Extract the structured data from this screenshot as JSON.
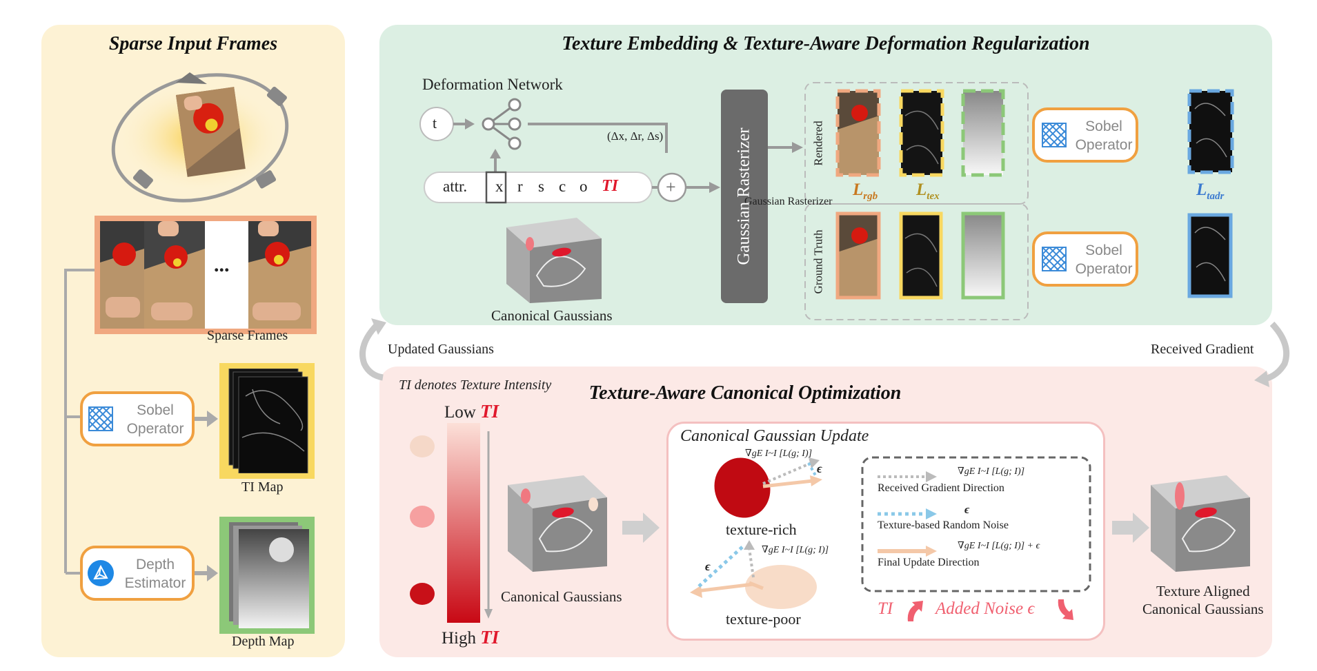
{
  "left": {
    "title": "Sparse Input Frames",
    "sparse_frames_label": "Sparse  Frames",
    "ellipsis": "...",
    "sobel": {
      "line1": "Sobel",
      "line2": "Operator"
    },
    "ti_map_label": "TI Map",
    "depth": {
      "line1": "Depth",
      "line2": "Estimator"
    },
    "depth_map_label": "Depth Map"
  },
  "top": {
    "title": "Texture Embedding & Texture-Aware Deformation Regularization",
    "deformation_label": "Deformation Network",
    "t_node": "t",
    "delta_label": "(Δx, Δr, Δs)",
    "attr_label": "attr.",
    "attr_x": "x",
    "attr_r": "r",
    "attr_s": "s",
    "attr_c": "c",
    "attr_o": "o",
    "attr_ti": "TI",
    "plus": "+",
    "canonical_label": "Canonical Gaussians",
    "rasterizer_label": "Gaussian Rasterizer",
    "rendered_label": "Rendered",
    "gt_label": "Ground Truth",
    "sobel_top": {
      "line1": "Sobel",
      "line2": "Operator"
    },
    "sobel_bottom": {
      "line1": "Sobel",
      "line2": "Operator"
    },
    "loss_rgb": {
      "main": "L",
      "sub": "rgb"
    },
    "loss_tex": {
      "main": "L",
      "sub": "tex"
    },
    "loss_tadr": {
      "main": "L",
      "sub": "tadr"
    }
  },
  "connectors": {
    "updated": "Updated Gaussians",
    "received": "Received Gradient"
  },
  "bottom": {
    "title": "Texture-Aware Canonical Optimization",
    "ti_note": "TI denotes Texture Intensity",
    "low_label": "Low",
    "high_label": "High",
    "ti_word": "TI",
    "canonical_label": "Canonical Gaussians",
    "update_title": "Canonical Gaussian Update",
    "texture_rich": "texture-rich",
    "texture_poor": "texture-poor",
    "grad_formula": "∇gE I~I [L(g; I)]",
    "eps": "ϵ",
    "legend": {
      "received": "Received Gradient Direction",
      "received_formula": "∇gE I~I [L(g; I)]",
      "noise": "Texture-based  Random Noise",
      "noise_formula": "ϵ",
      "final": "Final Update Direction",
      "final_formula": "∇gE I~I [L(g; I)] + ϵ"
    },
    "ti_up": "TI",
    "added_noise": "Added Noise ϵ",
    "aligned_line1": "Texture Aligned",
    "aligned_line2": "Canonical Gaussians"
  },
  "colors": {
    "left_bg": "#fdf2d4",
    "top_bg": "#dcefe3",
    "bottom_bg": "#fce9e6",
    "orange": "#f0a040",
    "yellow": "#f8d860",
    "green": "#8cc878",
    "blue": "#6aa8e0",
    "red": "#e0182c",
    "pink": "#f06070"
  }
}
